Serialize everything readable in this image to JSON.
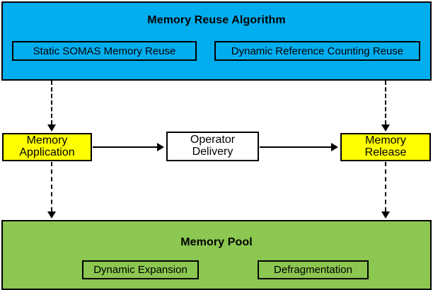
{
  "diagram": {
    "title_top": "Memory Reuse Algorithm",
    "title_bottom": "Memory Pool",
    "algorithm_band": {
      "label": "Memory Reuse Algorithm",
      "color": "#00AEEF",
      "items": [
        {
          "label": "Static SOMAS Memory Reuse"
        },
        {
          "label": "Dynamic Reference Counting Reuse"
        }
      ]
    },
    "process_row": {
      "boxes": [
        {
          "label": "Memory\nApplication",
          "color": "#FFFF00"
        },
        {
          "label": "Operator\nDelivery",
          "color": "#FFFFFF"
        },
        {
          "label": "Memory\nRelease",
          "color": "#FFFF00"
        }
      ]
    },
    "pool_band": {
      "label": "Memory Pool",
      "color": "#8CC751",
      "items": [
        {
          "label": "Dynamic Expansion"
        },
        {
          "label": "Defragmentation"
        }
      ]
    },
    "connectors": {
      "top_left": {
        "style": "dashed",
        "direction": "down"
      },
      "top_right": {
        "style": "dashed",
        "direction": "down"
      },
      "bottom_left": {
        "style": "dash-dot",
        "direction": "down"
      },
      "bottom_right": {
        "style": "dash-dot",
        "direction": "down"
      },
      "app_to_operator": {
        "style": "solid",
        "direction": "right"
      },
      "operator_to_release": {
        "style": "solid",
        "direction": "right"
      }
    },
    "colors": {
      "blue": "#00AEEF",
      "green": "#8CC751",
      "yellow": "#FFFF00",
      "white": "#FFFFFF",
      "stroke": "#000000"
    }
  }
}
